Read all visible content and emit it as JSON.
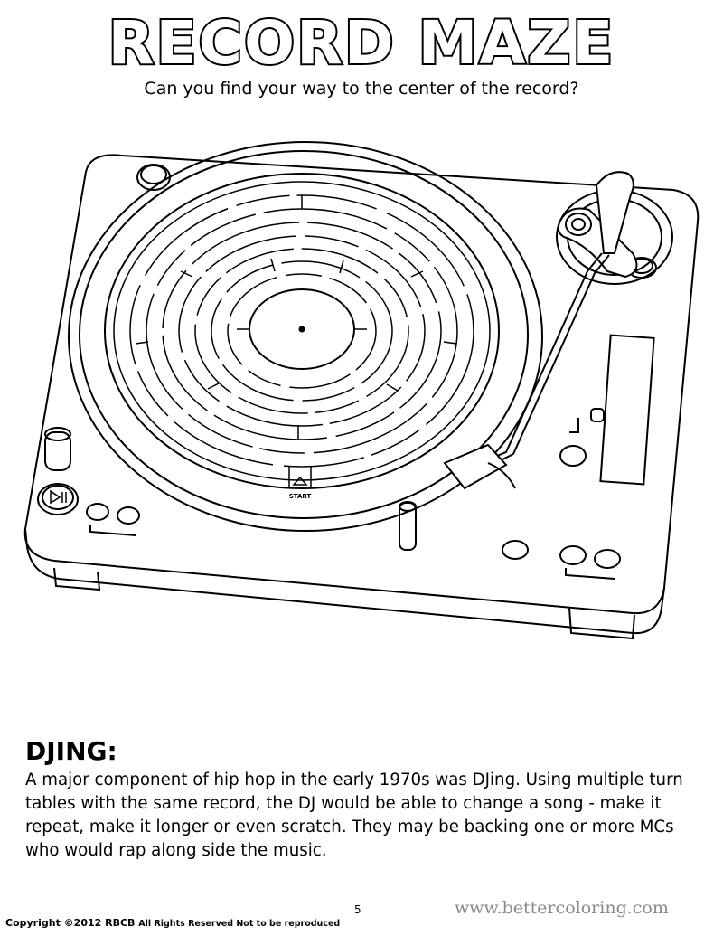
{
  "header": {
    "title": "RECORD MAZE",
    "subtitle": "Can you find your way to the center of the record?"
  },
  "illustration": {
    "maze_label": "START",
    "icons": [
      "turntable-icon",
      "record-maze-icon",
      "tonearm-icon",
      "play-pause-icon"
    ]
  },
  "article": {
    "heading": "DJING:",
    "body": "A major component of hip hop in the early 1970s was DJing.  Using multiple turn tables with the same record, the DJ would be able to change a song - make it repeat, make it longer or even scratch.  They may be backing one or more MCs who would rap along side the music."
  },
  "footer": {
    "page_number": "5",
    "copyright": "Copyright ©2012 RBCB",
    "rights": "All Rights Reserved Not to be reproduced",
    "watermark": "www.bettercoloring.com"
  }
}
